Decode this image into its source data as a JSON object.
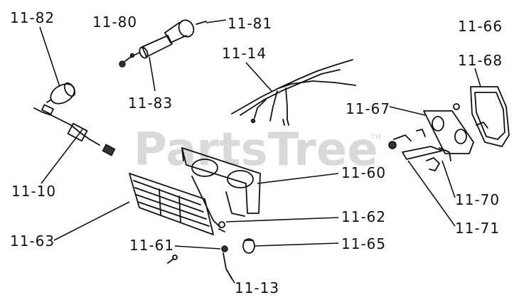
{
  "watermark": {
    "text": "PartsTree",
    "tm": "TM"
  },
  "labels": {
    "l1182": "11-82",
    "l1180": "11-80",
    "l1181": "11-81",
    "l1183": "11-83",
    "l1114": "11-14",
    "l1110": "11-10",
    "l1166": "11-66",
    "l1168": "11-68",
    "l1167": "11-67",
    "l1160": "11-60",
    "l1162": "11-62",
    "l1163": "11-63",
    "l1161": "11-61",
    "l1165": "11-65",
    "l1113": "11-13",
    "l1170": "11-70",
    "l1171": "11-71"
  }
}
